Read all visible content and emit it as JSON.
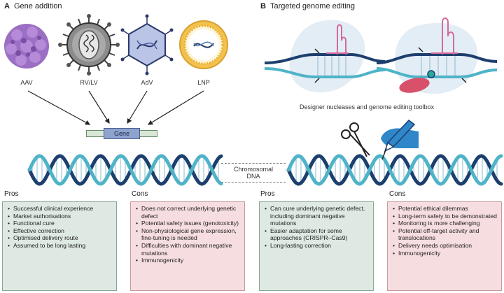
{
  "panel_a": {
    "letter": "A",
    "title": "Gene addition"
  },
  "panel_b": {
    "letter": "B",
    "title": "Targeted genome editing"
  },
  "vectors": [
    {
      "label": "AAV",
      "icon": "aav-capsid-icon"
    },
    {
      "label": "RV/LV",
      "icon": "retrovirus-icon"
    },
    {
      "label": "AdV",
      "icon": "adenovirus-icon"
    },
    {
      "label": "LNP",
      "icon": "lipid-nanoparticle-icon"
    }
  ],
  "gene_label": "Gene",
  "editing_caption": "Designer nucleases and genome editing toolbox",
  "chromosomal_label_line1": "Chromosomal",
  "chromosomal_label_line2": "DNA",
  "colors": {
    "dna_dark": "#1d3f6e",
    "dna_light": "#4fb3c8",
    "pros_bg": "#dde9e2",
    "cons_bg": "#f6dde0",
    "aav_purple": "#9b6fc3",
    "lnp_yellow": "#f2c14e",
    "pen_blue": "#2f86c8"
  },
  "boxes": {
    "a_pros": {
      "title": "Pros",
      "items": [
        "Successful clinical experience",
        "Market authorisations",
        "Functional cure",
        "Effective correction",
        "Optimised delivery route",
        "Assumed to be long lasting"
      ]
    },
    "a_cons": {
      "title": "Cons",
      "items": [
        "Does not correct underlying genetic defect",
        "Potential safety issues (genotoxicity)",
        "Non-physiological gene expression, fine-tuning is needed",
        "Difficulties with dominant negative mutations",
        "Immunogenicity"
      ]
    },
    "b_pros": {
      "title": "Pros",
      "items": [
        "Can cure underlying genetic defect, including dominant negative mutations",
        "Easier adaptation for some approaches (CRISPR–Cas9)",
        "Long-lasting correction"
      ]
    },
    "b_cons": {
      "title": "Cons",
      "items": [
        "Potential ethical dilemmas",
        "Long-term safety to be demonstrated",
        "Monitoring is more challenging",
        "Potential off-target activity and translocations",
        "Delivery needs optimisation",
        "Immunogenicity"
      ]
    }
  }
}
